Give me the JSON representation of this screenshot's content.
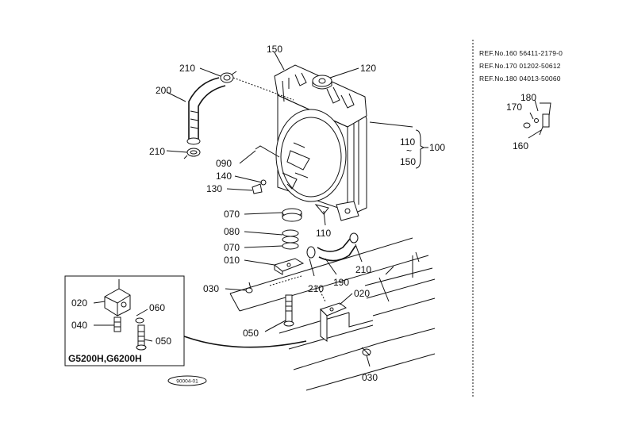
{
  "callouts": {
    "c150_top": "150",
    "c120": "120",
    "c210_top": "210",
    "c200": "200",
    "c210_mid": "210",
    "c090": "090",
    "c140": "140",
    "c130": "130",
    "c110_right": "110",
    "c100": "100",
    "c150_right": "150",
    "c070_a": "070",
    "c080": "080",
    "c070_b": "070",
    "c010": "010",
    "c110_bottom": "110",
    "c210_bottom": "210",
    "c210_lower": "210",
    "c190": "190",
    "c030_a": "030",
    "c020_main": "020",
    "c050_main": "050",
    "c030_b": "030",
    "inset_020": "020",
    "inset_060": "060",
    "inset_040": "040",
    "inset_050": "050",
    "tilde": "~",
    "r180": "180",
    "r170": "170",
    "r160": "160"
  },
  "inset": {
    "model": "G5200H,G6200H"
  },
  "refs": [
    {
      "text": "REF.No.160  56411-2179-0"
    },
    {
      "text": "REF.No.170  01202-50612"
    },
    {
      "text": "REF.No.180  04013-50060"
    }
  ],
  "figure_code": "90004-01"
}
